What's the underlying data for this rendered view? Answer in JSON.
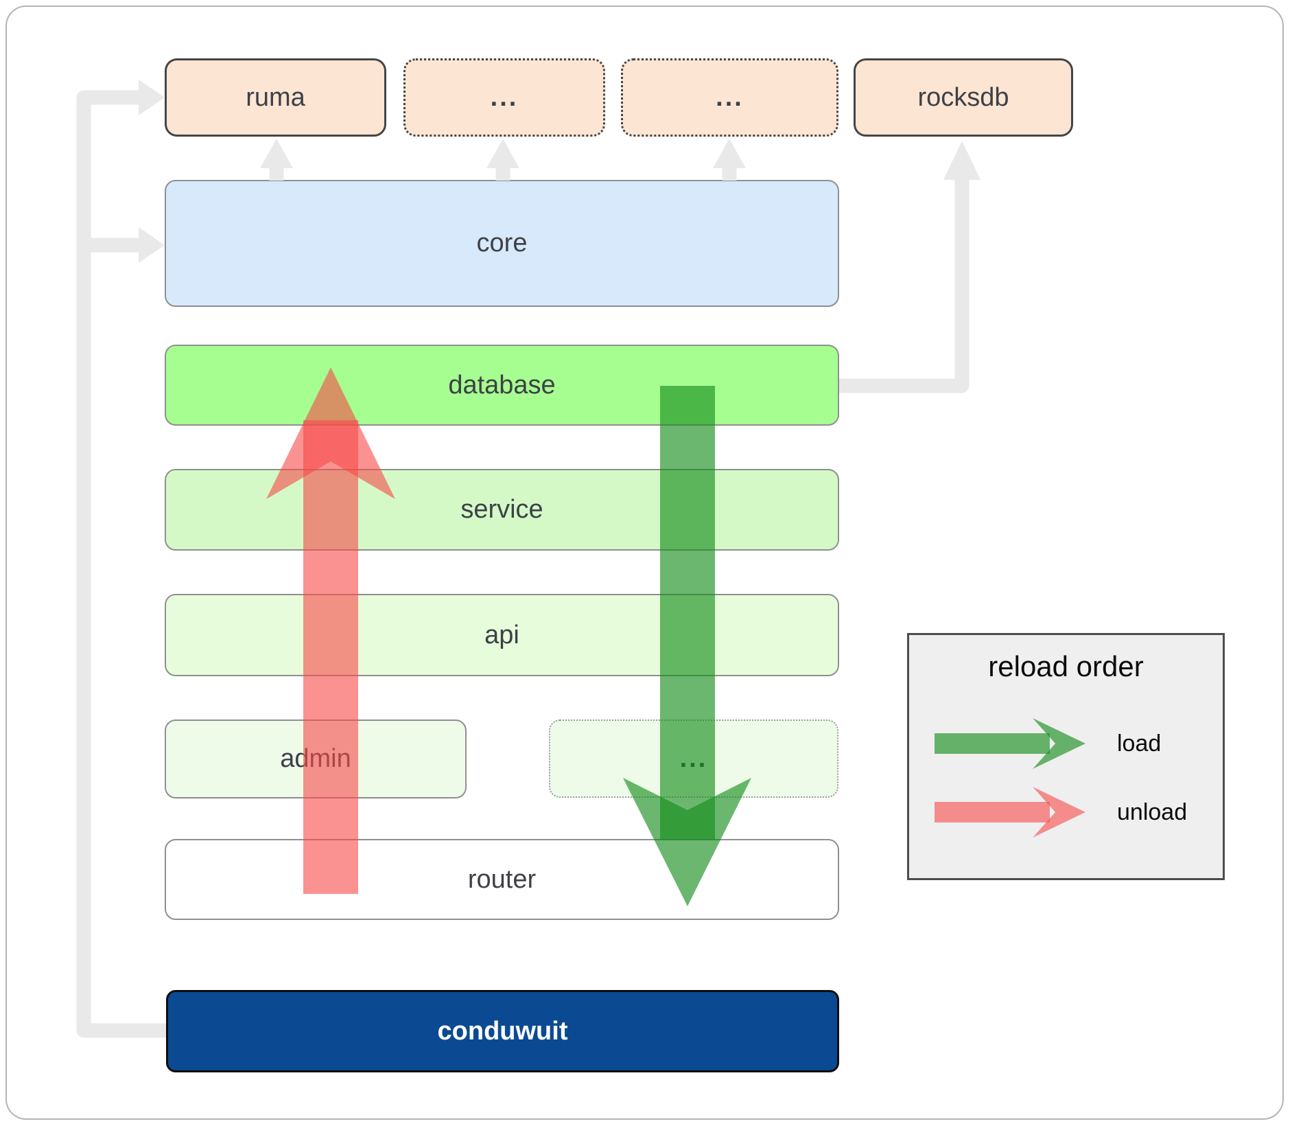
{
  "nodes": {
    "ruma": {
      "label": "ruma",
      "fill": "#fde5d4",
      "border": "solid"
    },
    "dots_top_1": {
      "label": "...",
      "fill": "#fde5d4",
      "border": "dotted"
    },
    "dots_top_2": {
      "label": "...",
      "fill": "#fde5d4",
      "border": "dotted"
    },
    "rocksdb": {
      "label": "rocksdb",
      "fill": "#fde5d4",
      "border": "solid"
    },
    "core": {
      "label": "core",
      "fill": "#d7e9fb",
      "border": "solid"
    },
    "database": {
      "label": "database",
      "fill": "#a6fe90",
      "border": "solid"
    },
    "service": {
      "label": "service",
      "fill": "#d4f9c7",
      "border": "solid"
    },
    "api": {
      "label": "api",
      "fill": "#e6fcdb",
      "border": "solid"
    },
    "admin": {
      "label": "admin",
      "fill": "#eefbe9",
      "border": "solid"
    },
    "dots_mid": {
      "label": "...",
      "fill": "#eefbe9",
      "border": "dotted"
    },
    "router": {
      "label": "router",
      "fill": "#ffffff",
      "border": "solid"
    },
    "conduwuit": {
      "label": "conduwuit",
      "fill": "#0b4a92",
      "border": "solid",
      "text_color": "#ffffff"
    }
  },
  "legend": {
    "title": "reload order",
    "items": [
      {
        "id": "load",
        "label": "load",
        "color": "#128a18"
      },
      {
        "id": "unload",
        "label": "unload",
        "color": "#f64a4a"
      }
    ]
  },
  "arrows": {
    "load_color": "#128a18",
    "unload_color": "#f64a4a",
    "connector_color": "#e9e9e9"
  }
}
